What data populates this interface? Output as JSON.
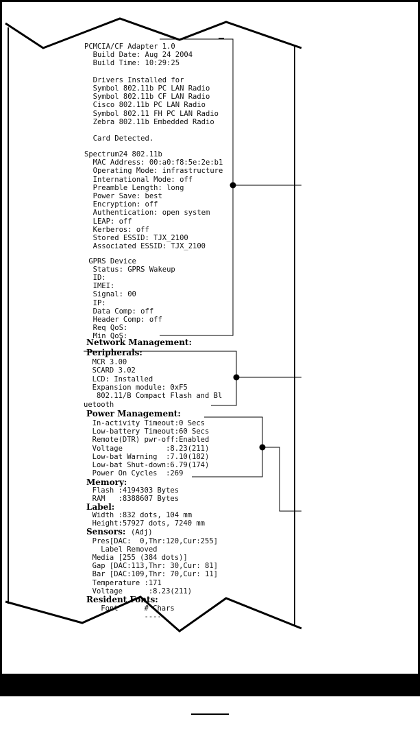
{
  "receipt": {
    "pcmcia": [
      "PCMCIA/CF Adapter 1.0",
      "  Build Date: Aug 24 2004",
      "  Build Time: 10:29:25",
      "",
      "  Drivers Installed for",
      "  Symbol 802.11b PC LAN Radio",
      "  Symbol 802.11b CF LAN Radio",
      "  Cisco 802.11b PC LAN Radio",
      "  Symbol 802.11 FH PC LAN Radio",
      "  Zebra 802.11b Embedded Radio",
      "",
      "  Card Detected."
    ],
    "spectrum": [
      "Spectrum24 802.11b",
      "  MAC Address: 00:a0:f8:5e:2e:b1",
      "  Operating Mode: infrastructure",
      "  International Mode: off",
      "  Preamble Length: long",
      "  Power Save: best",
      "  Encryption: off",
      "  Authentication: open system",
      "  LEAP: off",
      "  Kerberos: off",
      "  Stored ESSID: TJX_2100",
      "  Associated ESSID: TJX_2100"
    ],
    "gprs": [
      " GPRS Device",
      "  Status: GPRS Wakeup",
      "  ID:",
      "  IMEI:",
      "  Signal: 00",
      "  IP:",
      "  Data Comp: off",
      "  Header Comp: off",
      "  Req QoS:",
      "  Min QoS:"
    ],
    "network_management": "Network Management:",
    "peripherals_header": "Peripherals:",
    "peripherals": [
      "  MCR 3.00",
      "  SCARD 3.02",
      "  LCD: Installed",
      "  Expansion module: 0xF5",
      "   802.11/B Compact Flash and Bl",
      "uetooth"
    ],
    "power_header": "Power Management:",
    "power": [
      "  In-activity Timeout:0 Secs",
      "  Low-battery Timeout:60 Secs",
      "  Remote(DTR) pwr-off:Enabled",
      "  Voltage          :8.23(211)",
      "  Low-bat Warning  :7.10(182)",
      "  Low-bat Shut-down:6.79(174)",
      "  Power On Cycles  :269"
    ],
    "memory_header": "Memory:",
    "memory": [
      "  Flash :4194303 Bytes",
      "  RAM   :8388607 Bytes"
    ],
    "label_header": "Label:",
    "label": [
      "  Width :832 dots, 104 mm",
      "  Height:57927 dots, 7240 mm"
    ],
    "sensors_header": "Sensors:",
    "sensors_suffix": "(Adj)",
    "sensors": [
      "  Pres[DAC:  0,Thr:120,Cur:255]",
      "    Label Removed",
      "  Media [255 (384 dots)]",
      "  Gap [DAC:113,Thr: 30,Cur: 81]",
      "  Bar [DAC:109,Thr: 70,Cur: 11]",
      "  Temperature :171",
      "  Voltage      :8.23(211)"
    ],
    "fonts_header": "Resident Fonts:",
    "fonts": [
      "    Font      # Chars",
      "              -----"
    ]
  }
}
